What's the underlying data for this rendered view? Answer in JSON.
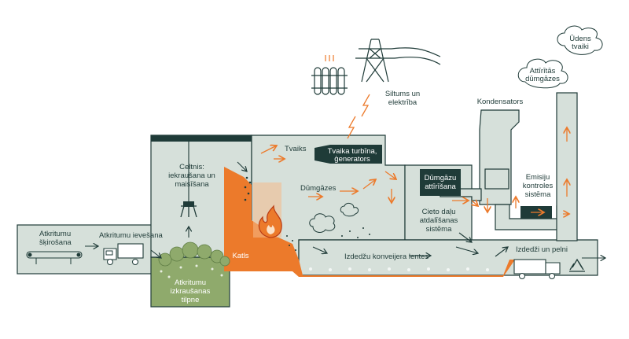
{
  "labels": {
    "sorting": "Atkritumu šķirošana",
    "feeding": "Atkritumu ievešana",
    "bunker": "Atkritumu izkraušanas tilpne",
    "crane": "Celtnis: iekraušana un maisīšana",
    "boiler": "Katls",
    "steam": "Tvaiks",
    "turbine": "Tvaika turbīna, ģenerators",
    "heat_power": "Siltums un elektrība",
    "flue_gas": "Dūmgāzes",
    "flue_cleaning": "Dūmgāzu attīrīšana",
    "condenser": "Kondensators",
    "solids_separation": "Cieto daļu atdalīšanas sistēma",
    "emission_control": "Emisiju kontroles sistēma",
    "clean_flue_gas": "Attīrītās dūmgāzes",
    "water_vapour": "Ūdens tvaiki",
    "slag_conveyor": "Izdedžu konveijera lentes",
    "slag_ash": "Izdedži un pelni"
  },
  "icons": [
    "radiator-icon",
    "power-pylon-icon",
    "lightning-icon",
    "fire-icon",
    "crane-claw-icon",
    "truck-icon",
    "conveyor-icon",
    "recycle-icon",
    "cloud-icon"
  ],
  "colors": {
    "dark": "#1f3b38",
    "wall": "#d6e0da",
    "orange": "#ec7a2b",
    "green": "#8faa6c",
    "background": "#ffffff"
  }
}
